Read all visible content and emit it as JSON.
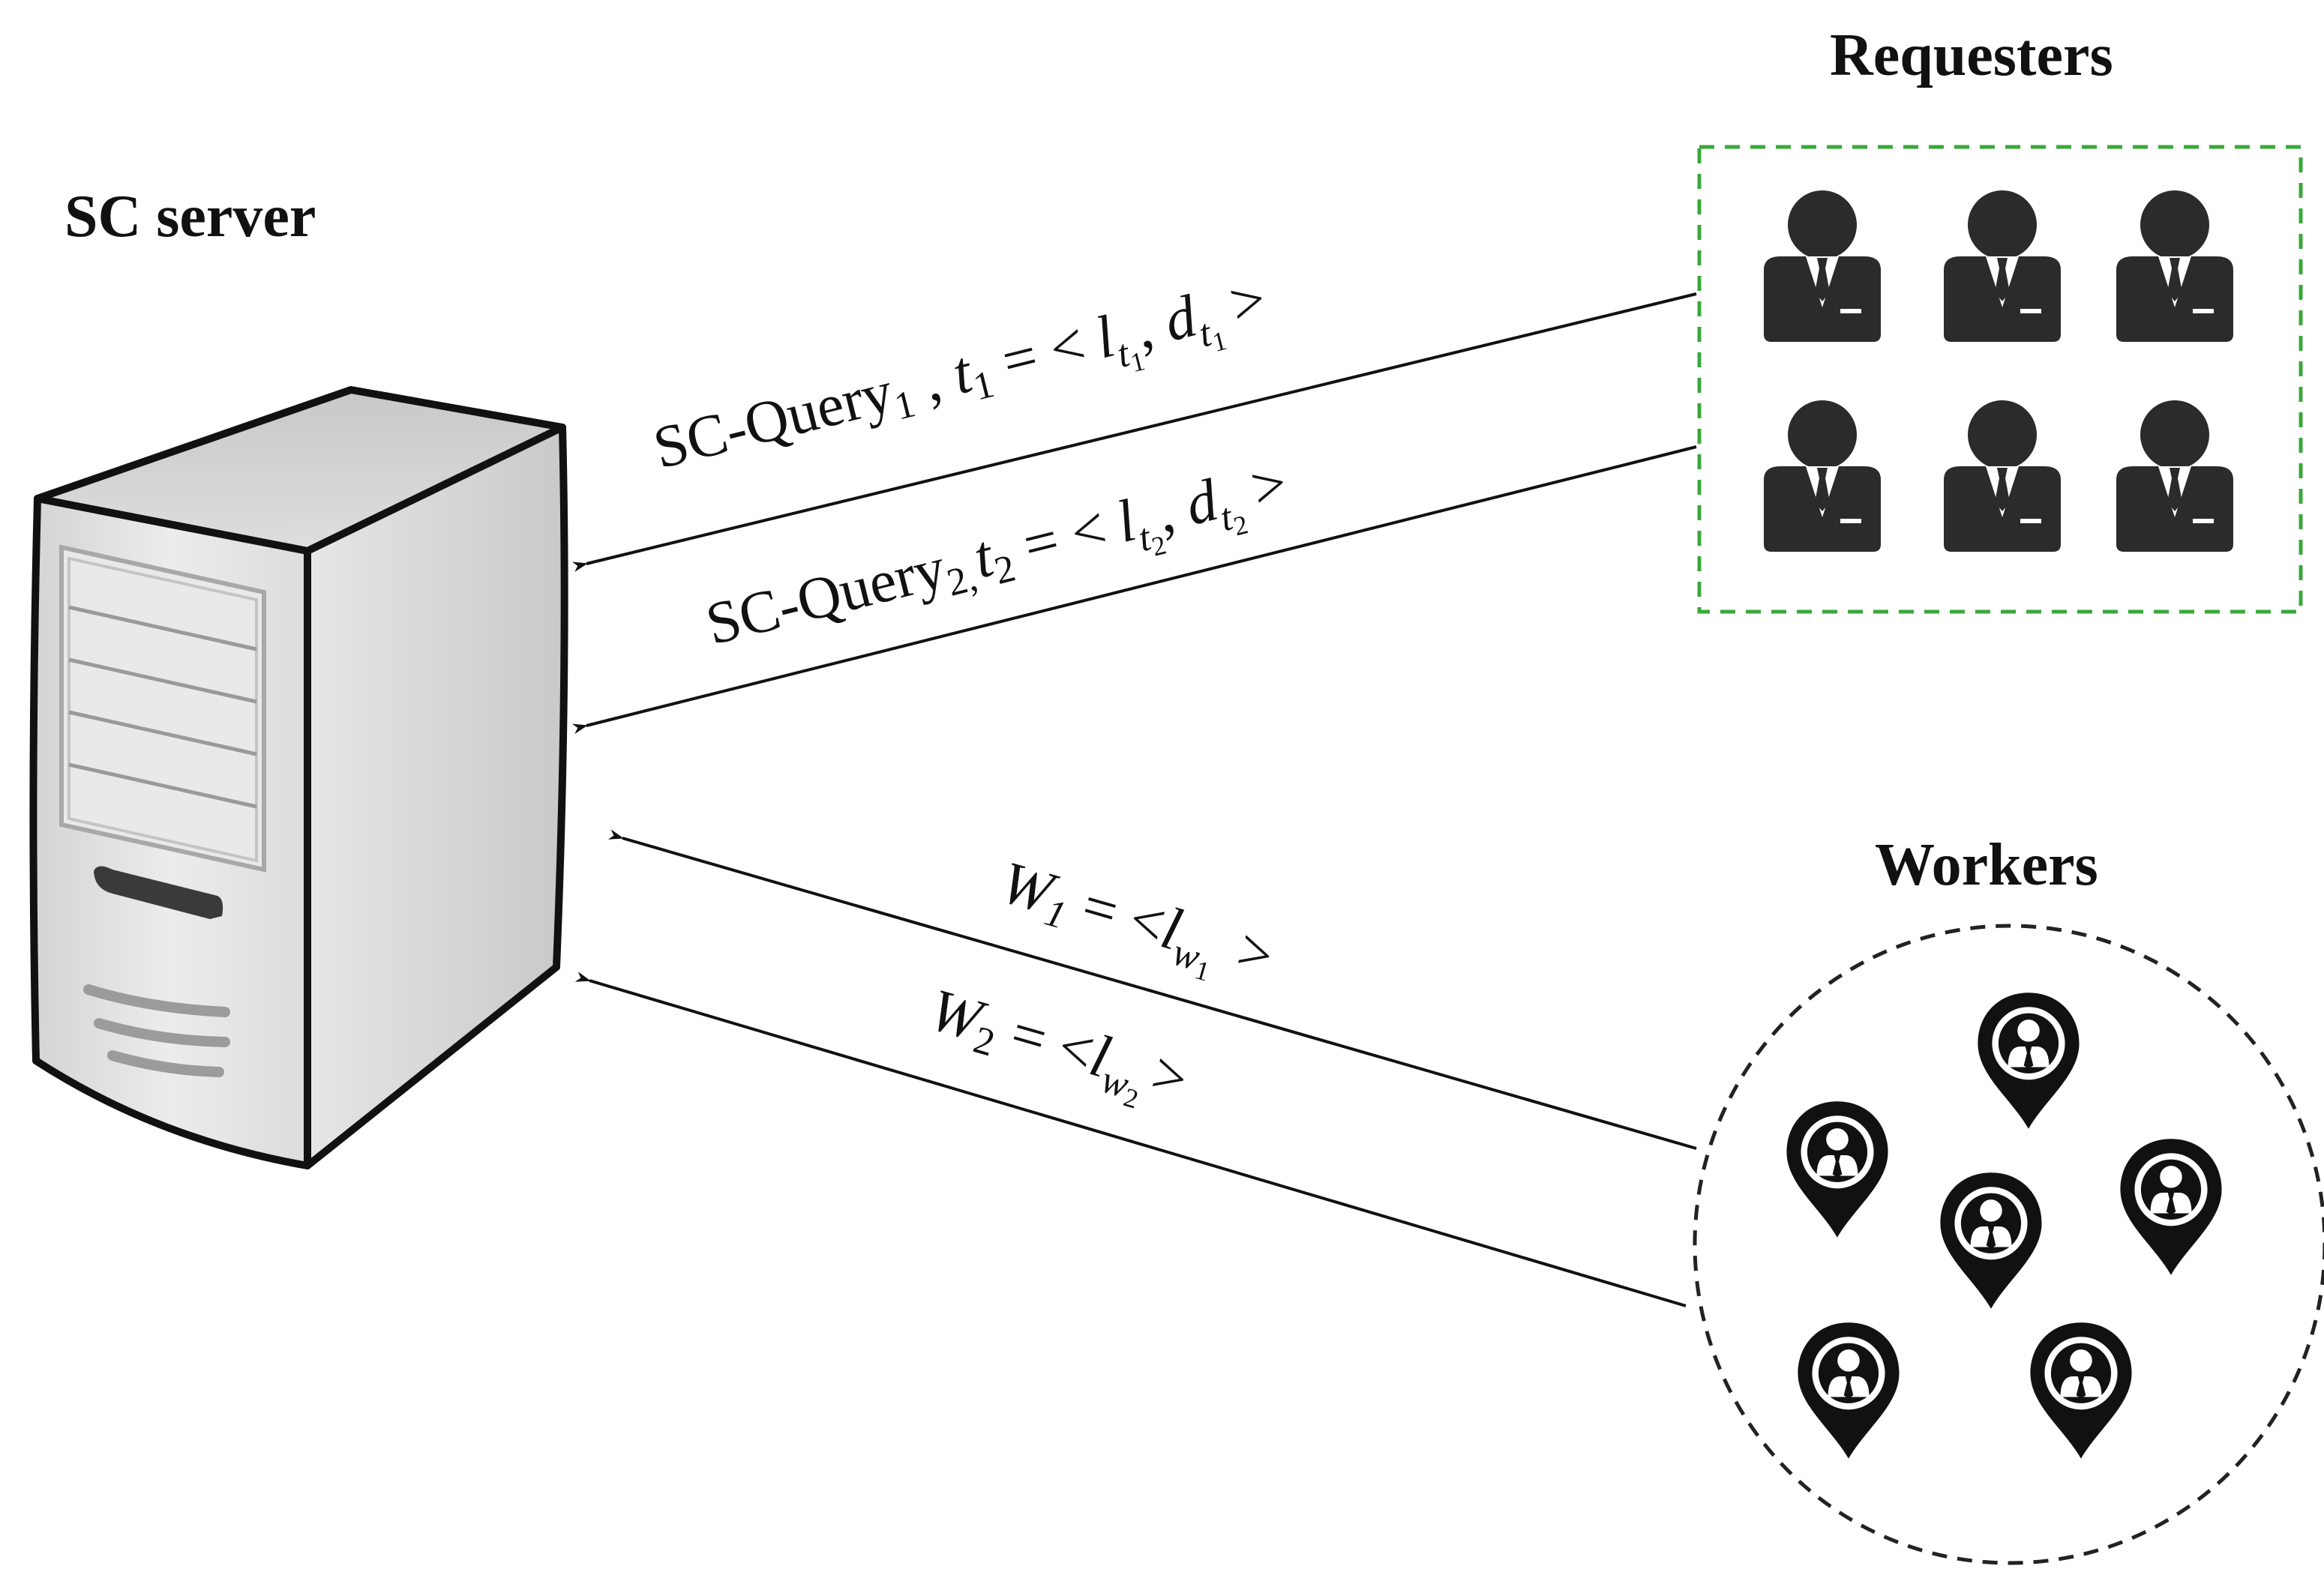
{
  "titles": {
    "server": "SC server",
    "requesters": "Requesters",
    "workers": "Workers"
  },
  "queries": [
    {
      "name": "SC-Query",
      "sub": "1",
      "task": "t",
      "task_sub": "1",
      "eq": "= <",
      "loc": "l",
      "loc_sub": "t",
      "loc_subsub": "1",
      "deadline": "d",
      "deadline_sub": "t",
      "deadline_subsub": "1",
      "close": ">"
    },
    {
      "name": "SC-Query",
      "sub": "2,",
      "task": "t",
      "task_sub": "2",
      "eq": "= <",
      "loc": "l",
      "loc_sub": "t",
      "loc_subsub": "2",
      "deadline": "d",
      "deadline_sub": "t",
      "deadline_subsub": "2",
      "close": ">"
    }
  ],
  "workers": [
    {
      "name": "W",
      "sub": "1",
      "eq": "= <",
      "loc": "l",
      "loc_sub": "w",
      "loc_subsub": "1",
      "close": ">"
    },
    {
      "name": "W",
      "sub": "2",
      "eq": "= <",
      "loc": "l",
      "loc_sub": "w",
      "loc_subsub": "2",
      "close": ">"
    }
  ],
  "icons": {
    "server": "server-tower-icon",
    "requester": "businessman-icon",
    "worker": "map-pin-person-icon"
  },
  "colors": {
    "requester_box": "#3aa83a",
    "worker_circle": "#222222",
    "icon_fill": "#2b2b2b"
  }
}
